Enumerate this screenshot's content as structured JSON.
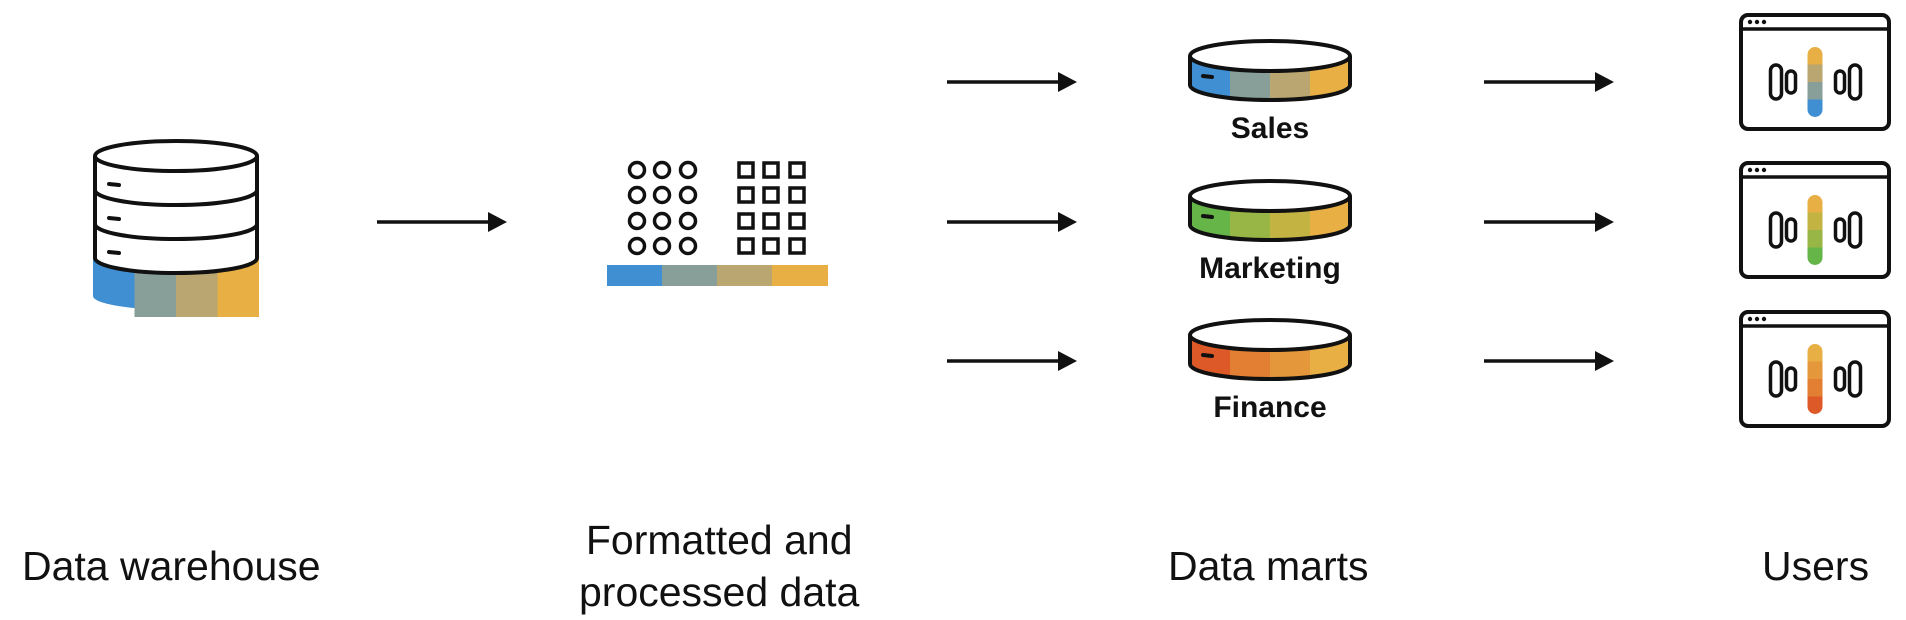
{
  "stages": {
    "warehouse": {
      "label": "Data warehouse"
    },
    "processed": {
      "label_line1": "Formatted and",
      "label_line2": "processed data"
    },
    "marts": {
      "label": "Data marts"
    },
    "users": {
      "label": "Users"
    }
  },
  "marts": [
    {
      "name": "Sales",
      "colors": [
        "#3f8fd2",
        "#879f98",
        "#b9a670",
        "#e8af45"
      ]
    },
    {
      "name": "Marketing",
      "colors": [
        "#66b548",
        "#98b645",
        "#c2b343",
        "#e8af45"
      ]
    },
    {
      "name": "Finance",
      "colors": [
        "#dd5a28",
        "#e27f33",
        "#e5973b",
        "#e8af45"
      ]
    }
  ],
  "palette": {
    "stroke": "#111111",
    "warehouse_band": [
      "#3f8fd2",
      "#879f98",
      "#b9a670",
      "#e8af45"
    ],
    "processed_band": [
      "#3f8fd2",
      "#879f98",
      "#b9a670",
      "#e8af45"
    ]
  },
  "icons": {
    "warehouse": "database-stack-icon",
    "processed": "dots-and-squares-grid-icon",
    "mart": "database-disk-icon",
    "user": "dashboard-window-icon",
    "arrow": "right-arrow-icon"
  }
}
